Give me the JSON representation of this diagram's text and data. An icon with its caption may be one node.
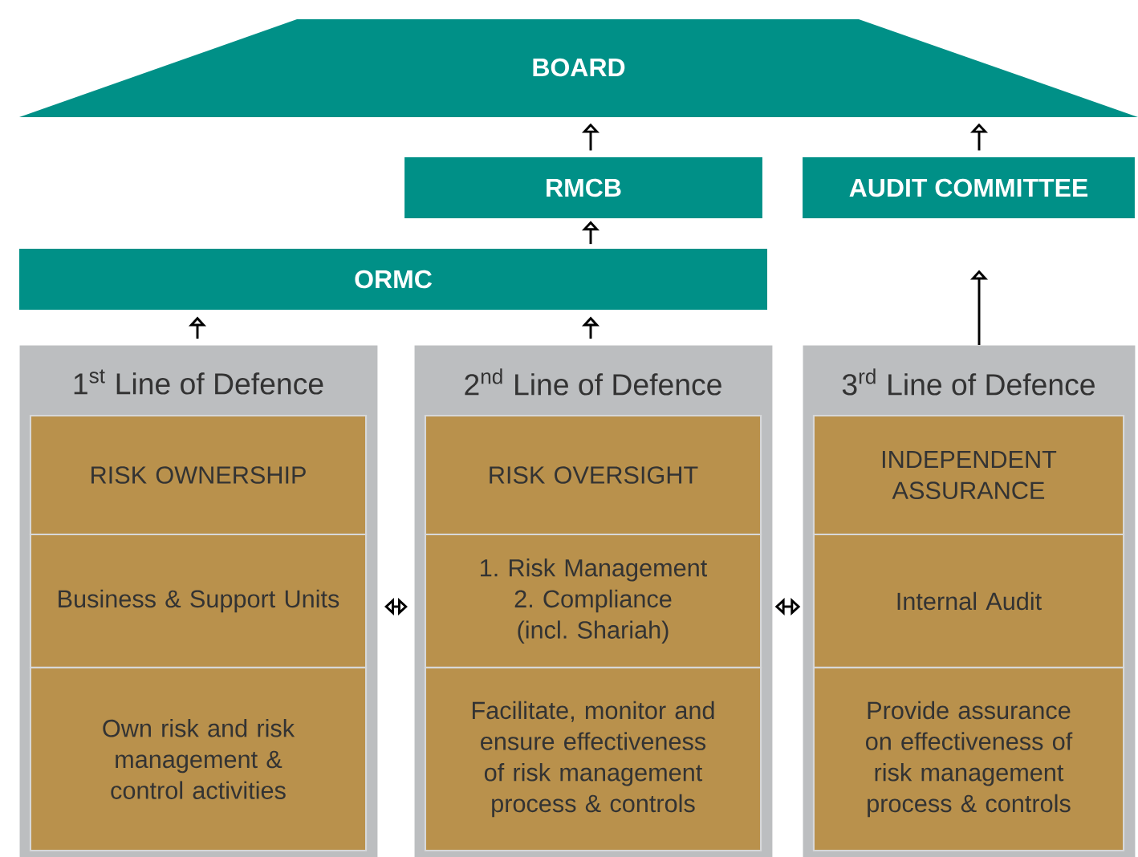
{
  "diagram": {
    "nodes": [
      {
        "text": [
          "BOARD"
        ]
      },
      {
        "text": [
          "RMCB"
        ]
      },
      {
        "text": [
          "AUDIT COMMITTEE"
        ]
      },
      {
        "text": [
          "ORMC"
        ]
      },
      {
        "text": [
          "1$^{st}$ Line of Defence"
        ]
      },
      {
        "text": [
          "RISK OWNERSHIP"
        ],
        "in": 4
      },
      {
        "text": [
          "Business & Support Units"
        ],
        "in": 4
      },
      {
        "text": [
          "Own risk and risk management & control activities"
        ],
        "in": 4
      },
      {
        "text": [
          "2$^{nd}$ Line of Defence"
        ]
      },
      {
        "text": [
          "RISK OVERSIGHT"
        ],
        "in": 8
      },
      {
        "text": [
          "1. Risk Management 2. Compliance (incl. Shariah)"
        ],
        "in": 8
      },
      {
        "text": [
          "Facilitate, monitor and ensure effectiveness of risk management process & controls"
        ],
        "in": 8
      },
      {
        "text": [
          "3$^{rd}$ Line of Defence"
        ]
      },
      {
        "text": [
          "INDEPENDENT ASSURANCE"
        ],
        "in": 12
      },
      {
        "text": [
          "Internal Audit"
        ],
        "in": 12
      },
      {
        "text": [
          "Provide assurance on effectiveness of risk management process & controls"
        ],
        "in": 12
      }
    ],
    "edges": [
      {
        "from": 3,
        "to": 1,
        "arrow": "to"
      },
      {
        "from": 1,
        "to": 0,
        "arrow": "to"
      },
      {
        "from": 2,
        "to": 0,
        "arrow": "to"
      },
      {
        "from": 4,
        "to": 3,
        "arrow": "to"
      },
      {
        "from": 8,
        "to": 3,
        "arrow": "to"
      },
      {
        "from": 12,
        "to": 2,
        "arrow": "to"
      },
      {
        "from": 4,
        "to": 8,
        "arrow": "both"
      },
      {
        "from": 8,
        "to": 12,
        "arrow": "both"
      }
    ]
  }
}
